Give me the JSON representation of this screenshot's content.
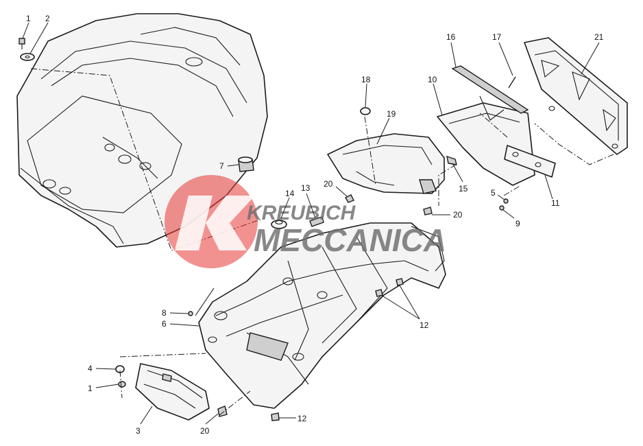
{
  "diagram": {
    "callouts": [
      {
        "id": "c1a",
        "label": "1"
      },
      {
        "id": "c2",
        "label": "2"
      },
      {
        "id": "c7",
        "label": "7"
      },
      {
        "id": "c18",
        "label": "18"
      },
      {
        "id": "c19",
        "label": "19"
      },
      {
        "id": "c16",
        "label": "16"
      },
      {
        "id": "c17",
        "label": "17"
      },
      {
        "id": "c21",
        "label": "21"
      },
      {
        "id": "c10",
        "label": "10"
      },
      {
        "id": "c14",
        "label": "14"
      },
      {
        "id": "c13",
        "label": "13"
      },
      {
        "id": "c20a",
        "label": "20"
      },
      {
        "id": "c15",
        "label": "15"
      },
      {
        "id": "c20b",
        "label": "20"
      },
      {
        "id": "c5",
        "label": "5"
      },
      {
        "id": "c9",
        "label": "9"
      },
      {
        "id": "c11",
        "label": "11"
      },
      {
        "id": "c8",
        "label": "8"
      },
      {
        "id": "c6",
        "label": "6"
      },
      {
        "id": "c12a",
        "label": "12"
      },
      {
        "id": "c4",
        "label": "4"
      },
      {
        "id": "c1b",
        "label": "1"
      },
      {
        "id": "c3",
        "label": "3"
      },
      {
        "id": "c20c",
        "label": "20"
      },
      {
        "id": "c12b",
        "label": "12"
      }
    ],
    "watermark": {
      "line1": "KREUBICH",
      "line2": "MECCANICA",
      "logo_color": "#e53935",
      "text_color": "#6e6e6e"
    }
  }
}
